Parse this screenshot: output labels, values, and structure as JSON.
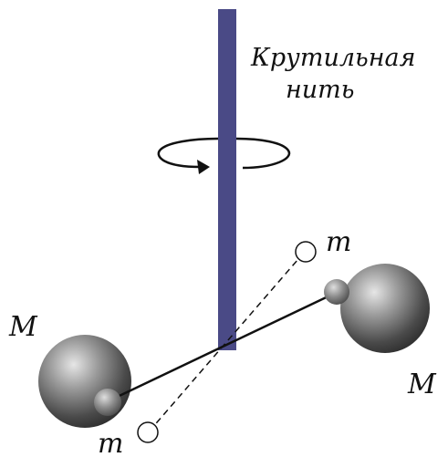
{
  "labels": {
    "thread_line1": "Крутильная",
    "thread_line2": "нить",
    "big_mass_left": "M",
    "big_mass_right": "M",
    "small_mass_top": "m",
    "small_mass_bottom": "m"
  },
  "colors": {
    "thread": "#4a4a86",
    "rod": "#111111",
    "big_sphere_light": "#dcdcdc",
    "big_sphere_dark": "#2a2a2a",
    "small_sphere_light": "#cfcfcf",
    "small_sphere_dark": "#4a4a4a"
  },
  "icons": {
    "rotation": "rotation-arrow-icon"
  }
}
